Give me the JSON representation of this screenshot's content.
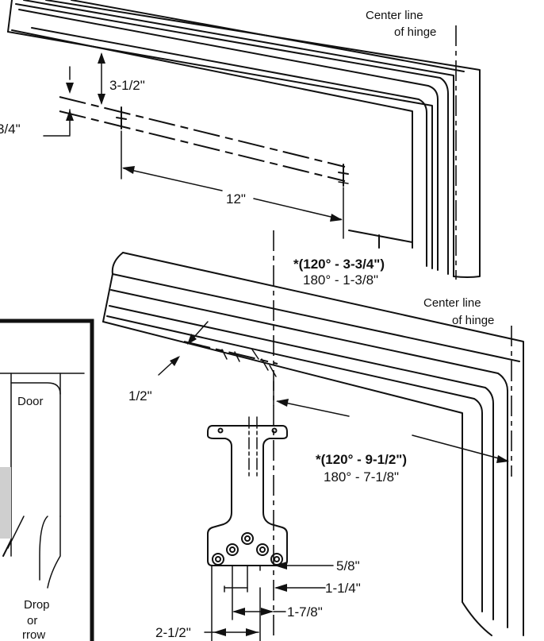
{
  "labels": {
    "center_line_top": [
      "Center line",
      "of hinge"
    ],
    "center_line_bottom": [
      "Center line",
      "of hinge"
    ],
    "dim_3_1_2": "3-1/2\"",
    "dim_3_4": "3/4\"",
    "dim_12": "12\"",
    "upper_angle_120": "*(120° - 3-3/4\")",
    "upper_angle_180": "180° - 1-3/8\"",
    "lower_angle_120": "*(120° - 9-1/2\")",
    "lower_angle_180": "180° - 7-1/8\"",
    "dim_1_2": "1/2\"",
    "dim_5_8": "5/8\"",
    "dim_1_1_4": "1-1/4\"",
    "dim_1_7_8": "1-7/8\"",
    "dim_2_1_2": "2-1/2\"",
    "inset_door": "Door",
    "inset_caption": [
      "Drop",
      "or",
      "rrow"
    ]
  }
}
